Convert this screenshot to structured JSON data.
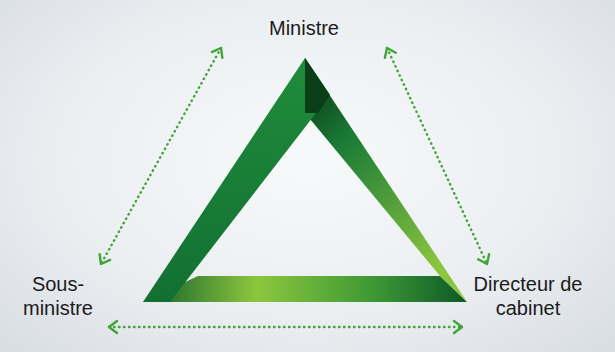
{
  "diagram": {
    "nodes": [
      {
        "text": [
          "Ministre"
        ]
      },
      {
        "text": [
          "Sous-ministre"
        ]
      },
      {
        "text": [
          "Directeur de cabinet"
        ]
      }
    ],
    "edges": [
      {
        "from": 0,
        "to": 1,
        "arrow": "both"
      },
      {
        "from": 0,
        "to": 2,
        "arrow": "both"
      },
      {
        "from": 1,
        "to": 2,
        "arrow": "both"
      }
    ]
  }
}
